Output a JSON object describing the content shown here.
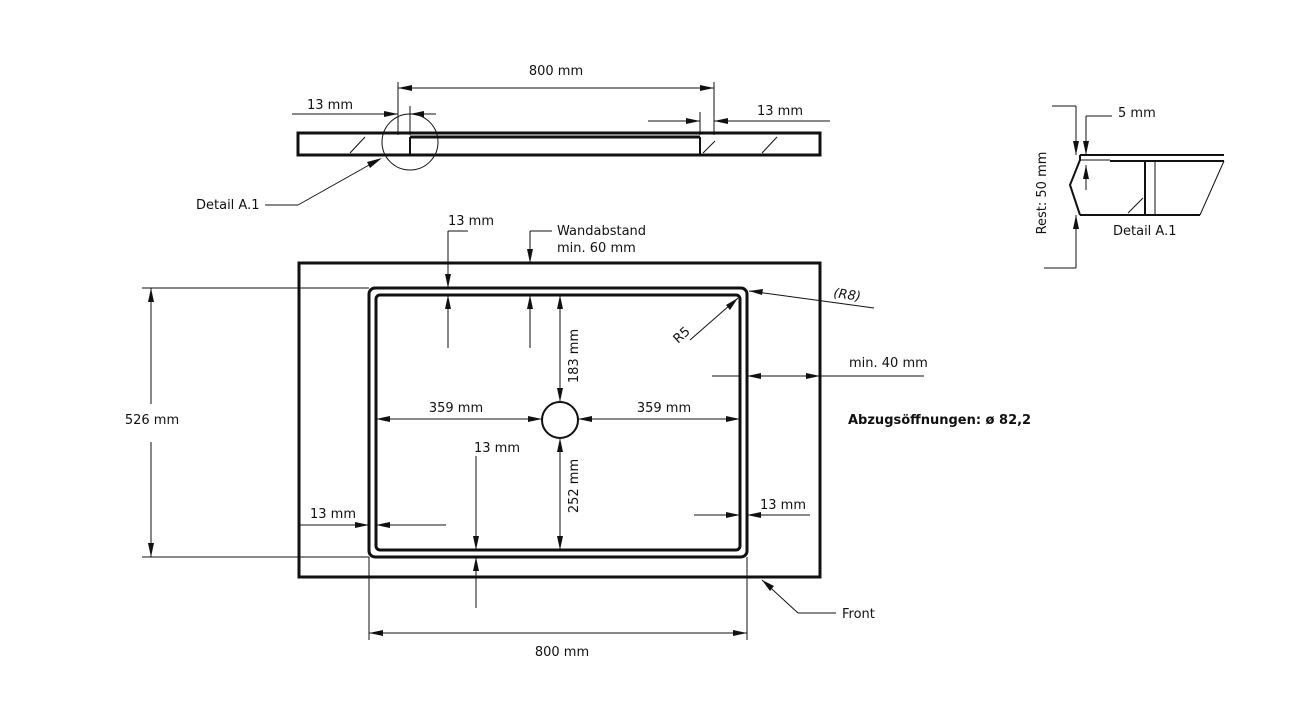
{
  "labels": {
    "top_width": "800 mm",
    "top_left_rim": "13 mm",
    "top_right_rim": "13 mm",
    "detail_callout": "Detail A.1",
    "inner_top_rim": "13 mm",
    "wall_distance_line1": "Wandabstand",
    "wall_distance_line2": "min. 60 mm",
    "radius_outer": "(R8)",
    "radius_inner": "R5",
    "depth_total": "526 mm",
    "drain_to_top": "183 mm",
    "margin_right": "min. 40 mm",
    "drain_left": "359 mm",
    "drain_right": "359 mm",
    "inner_bottom_rim": "13 mm",
    "drain_to_bottom": "252 mm",
    "inner_left_rim": "13 mm",
    "inner_right_rim": "13 mm",
    "front": "Front",
    "bottom_width": "800 mm",
    "drain_openings": "Abzugsöffnungen: ø 82,2",
    "detail_rim": "5 mm",
    "detail_rest": "Rest: 50 mm",
    "detail_title": "Detail A.1"
  }
}
